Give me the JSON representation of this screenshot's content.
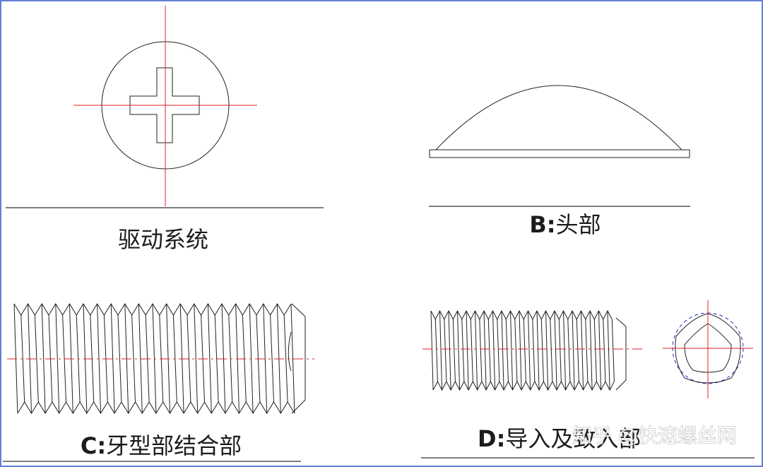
{
  "panels": [
    {
      "id": "drive",
      "prefix": "",
      "label": "驱动系统"
    },
    {
      "id": "head",
      "prefix": "B:",
      "label": "头部"
    },
    {
      "id": "thread",
      "prefix": "C:",
      "label": "牙型部结合部"
    },
    {
      "id": "lead",
      "prefix": "D:",
      "label": "导入及致入部"
    }
  ],
  "watermark": "知乎 @快速螺丝网",
  "colors": {
    "frame": "#2f55c9",
    "centerline": "#e0202a",
    "outline": "#222222",
    "auxiliary_circle": "#2030c8"
  }
}
